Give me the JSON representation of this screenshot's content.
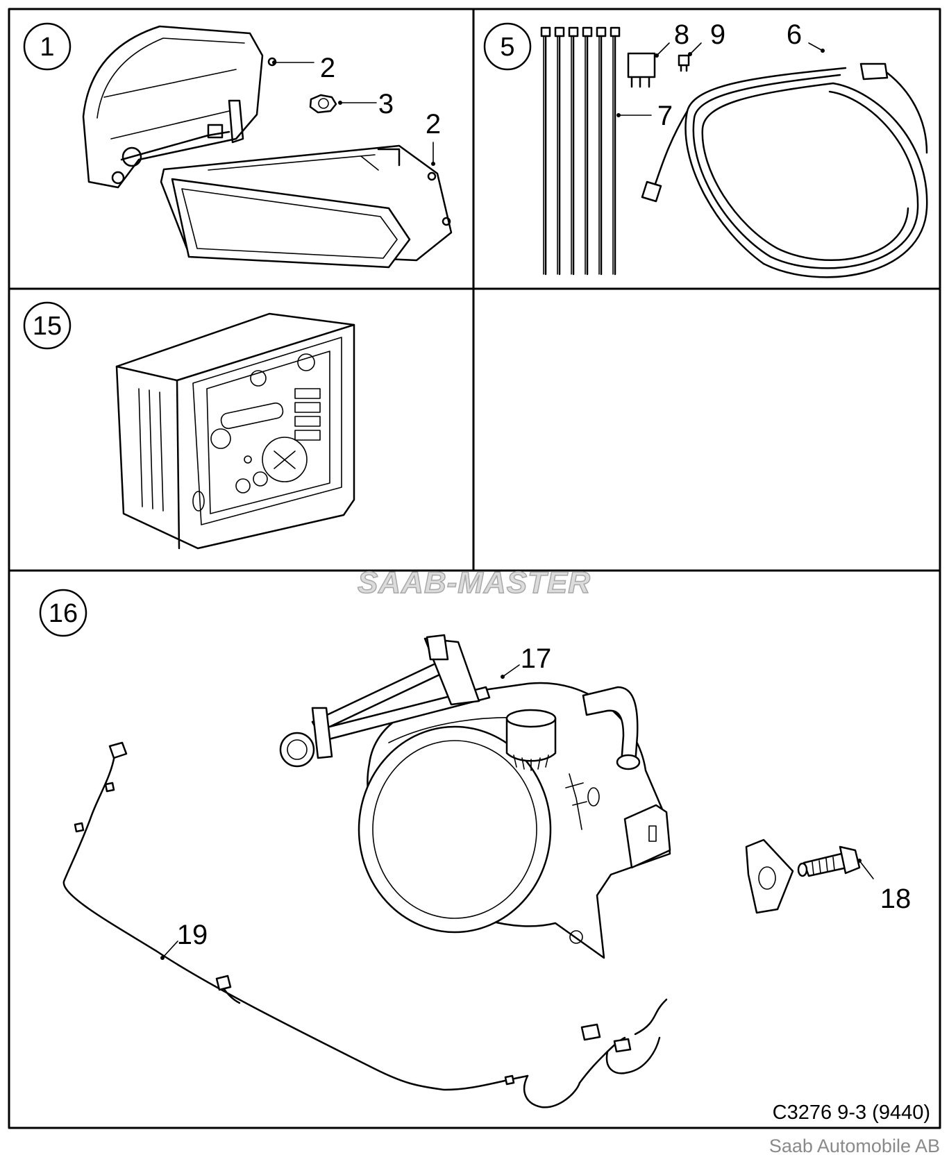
{
  "panels": [
    {
      "id": "1",
      "label": "1"
    },
    {
      "id": "5",
      "label": "5"
    },
    {
      "id": "15",
      "label": "15"
    },
    {
      "id": "empty",
      "label": ""
    },
    {
      "id": "16",
      "label": "16"
    }
  ],
  "callouts": {
    "c2a": "2",
    "c2b": "2",
    "c3": "3",
    "c5_8": "8",
    "c5_9": "9",
    "c5_6": "6",
    "c5_7": "7",
    "c17": "17",
    "c18": "18",
    "c19": "19"
  },
  "watermark": "SAAB-MASTER",
  "reference_code": "C3276 9-3 (9440)",
  "copyright": "Saab Automobile AB"
}
